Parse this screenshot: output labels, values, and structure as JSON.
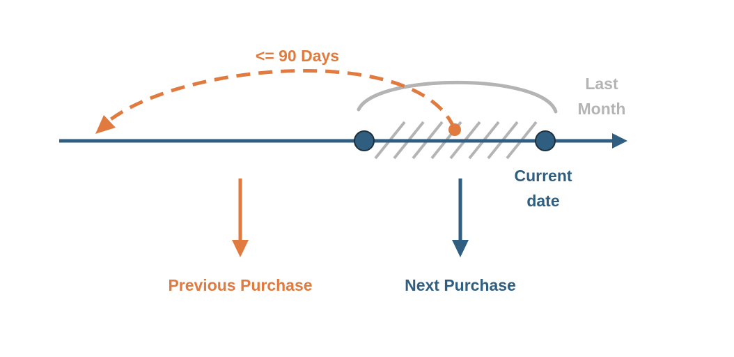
{
  "colors": {
    "timeline": "#2f5e80",
    "orange": "#e07a3f",
    "gray": "#b4b4b4"
  },
  "labels": {
    "days_window": "<= 90 Days",
    "last_month": "Last\nMonth",
    "current_date": "Current\ndate",
    "previous_purchase": "Previous Purchase",
    "next_purchase": "Next Purchase"
  }
}
